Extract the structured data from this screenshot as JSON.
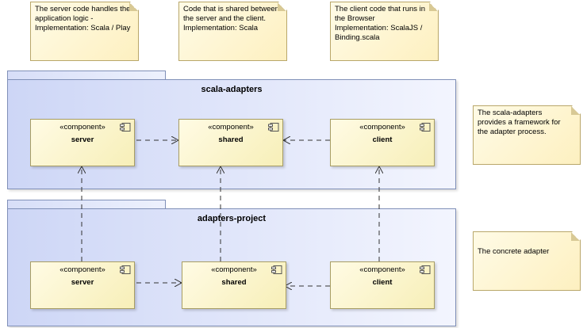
{
  "notes": {
    "server_note": "The server code handles the\napplication logic -\nImplementation: Scala / Play",
    "shared_note": "Code that is shared between\nthe server and the client.\nImplementation: Scala",
    "client_note": "The client code that runs in\nthe Browser\nImplementation: ScalaJS /\nBinding.scala",
    "scala_adapters_note": "The scala-adapters\nprovides a framework for\nthe adapter process.",
    "adapters_project_note": "The concrete adapter"
  },
  "packages": {
    "scala_adapters": {
      "title": "scala-adapters",
      "components": [
        {
          "stereotype": "«component»",
          "name": "server"
        },
        {
          "stereotype": "«component»",
          "name": "shared"
        },
        {
          "stereotype": "«component»",
          "name": "client"
        }
      ]
    },
    "adapters_project": {
      "title": "adapters-project",
      "components": [
        {
          "stereotype": "«component»",
          "name": "server"
        },
        {
          "stereotype": "«component»",
          "name": "shared"
        },
        {
          "stereotype": "«component»",
          "name": "client"
        }
      ]
    }
  }
}
